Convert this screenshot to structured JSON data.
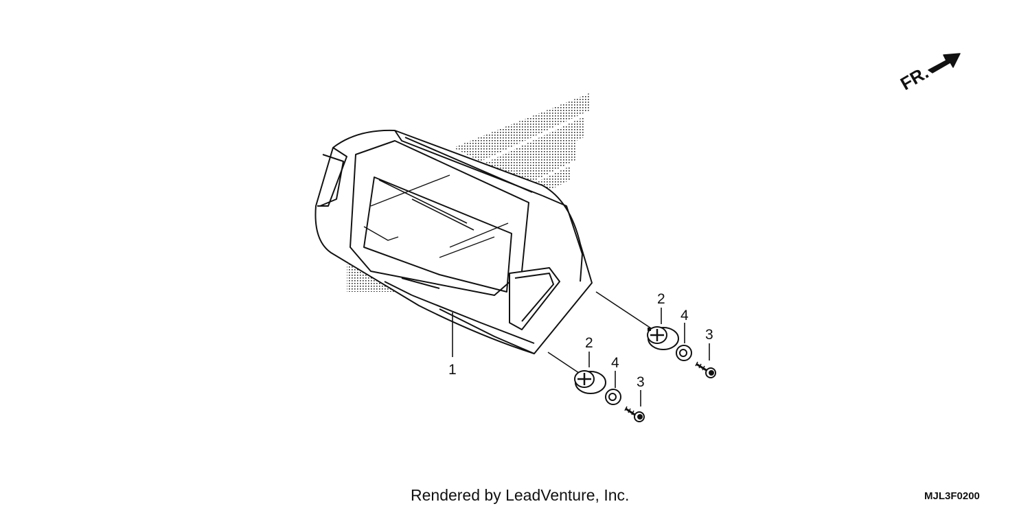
{
  "diagram": {
    "direction_label": "FR.",
    "callouts": {
      "part_1": "1",
      "part_2_upper": "2",
      "part_2_lower": "2",
      "part_3_upper": "3",
      "part_3_lower": "3",
      "part_4_upper": "4",
      "part_4_lower": "4"
    },
    "line_color": "#111111",
    "background_color": "#ffffff"
  },
  "footer": {
    "credit": "Rendered by LeadVenture, Inc.",
    "diagram_code": "MJL3F0200"
  }
}
